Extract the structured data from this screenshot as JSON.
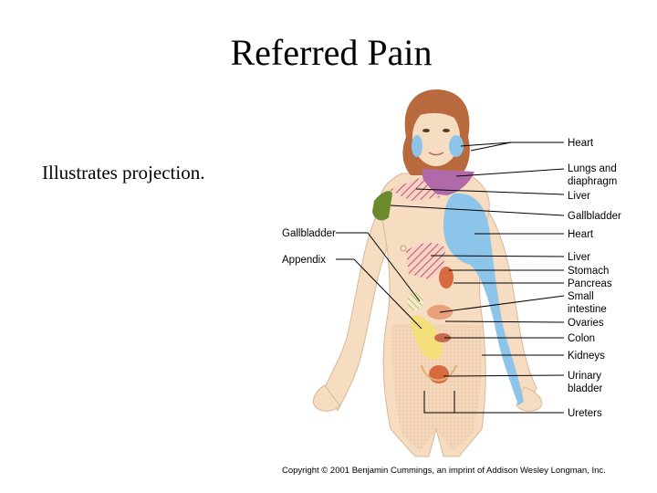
{
  "slide": {
    "title": "Referred Pain",
    "bullet": "Illustrates projection."
  },
  "figure": {
    "labels_right": [
      "Heart",
      "Lungs and",
      "diaphragm",
      "Liver",
      "Gallbladder",
      "Heart",
      "Liver",
      "Stomach",
      "Pancreas",
      "Small",
      "intestine",
      "Ovaries",
      "Colon",
      "Kidneys",
      "Urinary",
      "bladder",
      "Ureters"
    ],
    "labels_left": [
      "Gallbladder",
      "Appendix"
    ],
    "copyright": "Copyright © 2001 Benjamin Cummings, an imprint of Addison Wesley Longman, Inc."
  },
  "colors": {
    "skin": "#f6dcc0",
    "hair": "#b86a3e",
    "heart_blue": "#8cc4ea",
    "lungs_purple": "#b06aa8",
    "gallbladder_green": "#6b8a2c",
    "liver_hatch": "#c8505a",
    "appendix_yellow": "#f4e07a",
    "kidney_orange": "#d86a40"
  }
}
